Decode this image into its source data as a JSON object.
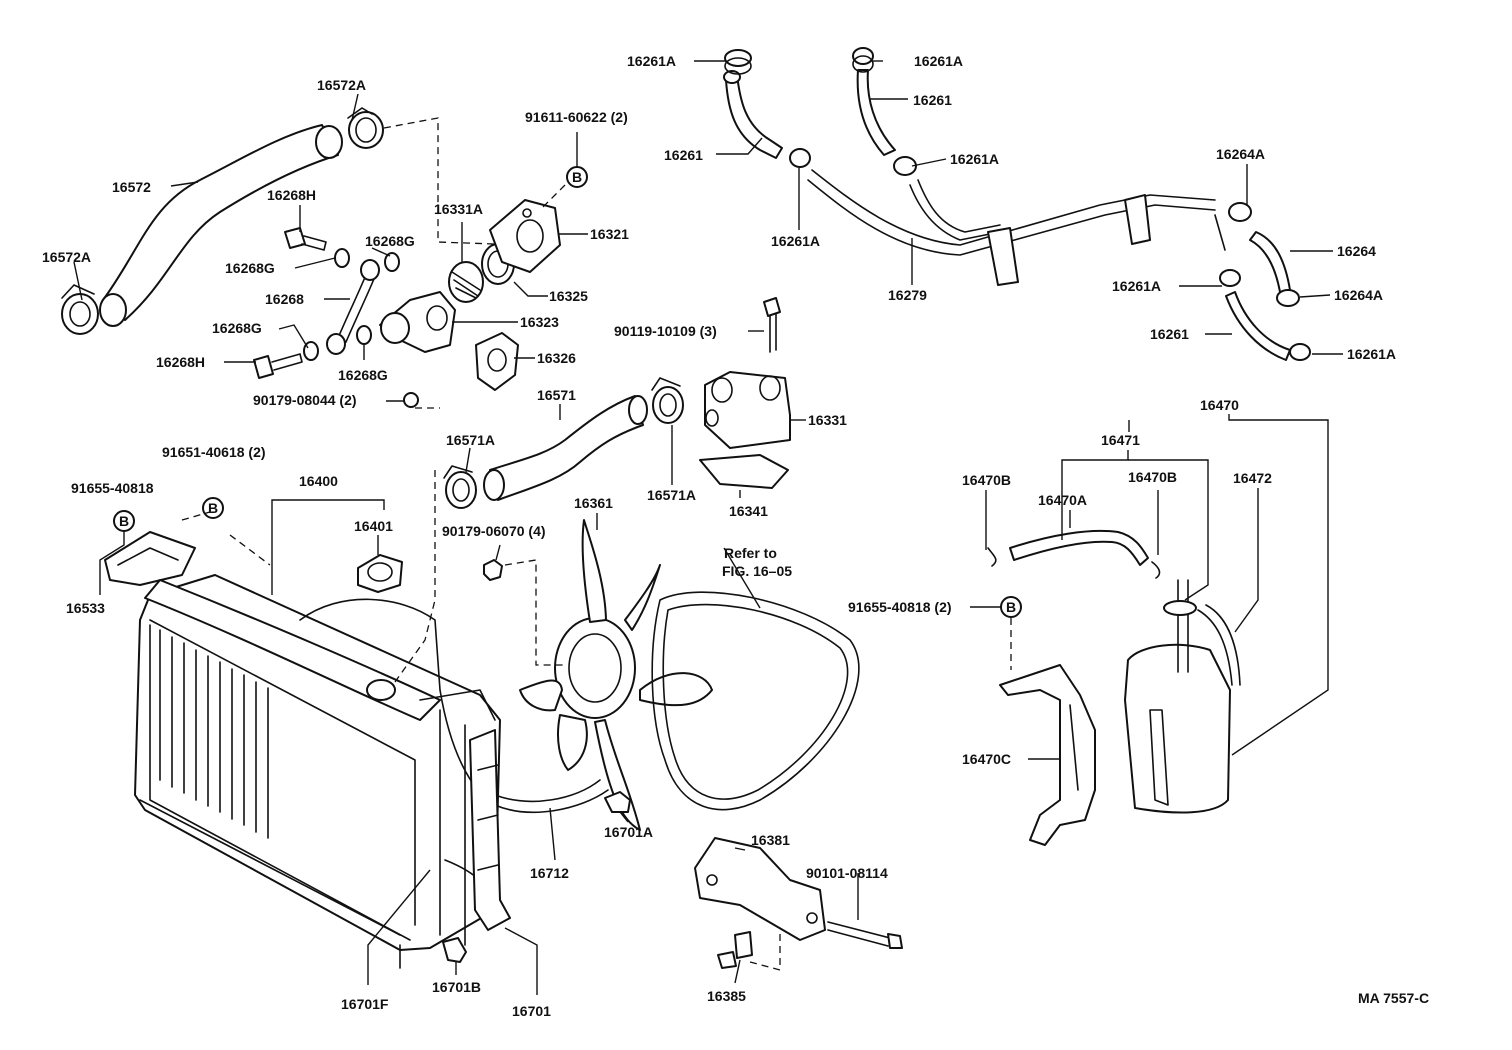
{
  "labels": {
    "l16572A_top": "16572A",
    "l16572": "16572",
    "l16572A_left": "16572A",
    "l16268H_top": "16268H",
    "l16268G_1": "16268G",
    "l16268G_2": "16268G",
    "l16268": "16268",
    "l16268G_3": "16268G",
    "l16268H_bot": "16268H",
    "l16268G_4": "16268G",
    "l90179_08044": "90179-08044 (2)",
    "l91611": "91611-60622 (2)",
    "l16331A": "16331A",
    "l16321": "16321",
    "l16325": "16325",
    "l16323": "16323",
    "l16326": "16326",
    "l90119": "90119-10109 (3)",
    "l16571": "16571",
    "l16571A_left": "16571A",
    "l16571A_right": "16571A",
    "l16331": "16331",
    "l16341": "16341",
    "l91651": "91651-40618 (2)",
    "l91655_left": "91655-40818",
    "l16400": "16400",
    "l16401": "16401",
    "l16533": "16533",
    "l90179_06070": "90179-06070 (4)",
    "l16361": "16361",
    "refer_1": "Refer to",
    "refer_2": "FIG. 16–05",
    "l16712": "16712",
    "l16701A": "16701A",
    "l16381": "16381",
    "l90101": "90101-08114",
    "l16385": "16385",
    "l16701F": "16701F",
    "l16701B": "16701B",
    "l16701": "16701",
    "l16261A_1": "16261A",
    "l16261A_2": "16261A",
    "l16261_1": "16261",
    "l16261_2": "16261",
    "l16261A_3": "16261A",
    "l16261A_4": "16261A",
    "l16279": "16279",
    "l16264A_top": "16264A",
    "l16264": "16264",
    "l16264A_bot": "16264A",
    "l16261A_5": "16261A",
    "l16261_3": "16261",
    "l16261A_6": "16261A",
    "l16470": "16470",
    "l16471": "16471",
    "l16470B_left": "16470B",
    "l16470A": "16470A",
    "l16470B_right": "16470B",
    "l16472": "16472",
    "l91655_right": "91655-40818 (2)",
    "l16470C": "16470C",
    "ref_code": "MA 7557-C"
  },
  "callout_letter": "B"
}
